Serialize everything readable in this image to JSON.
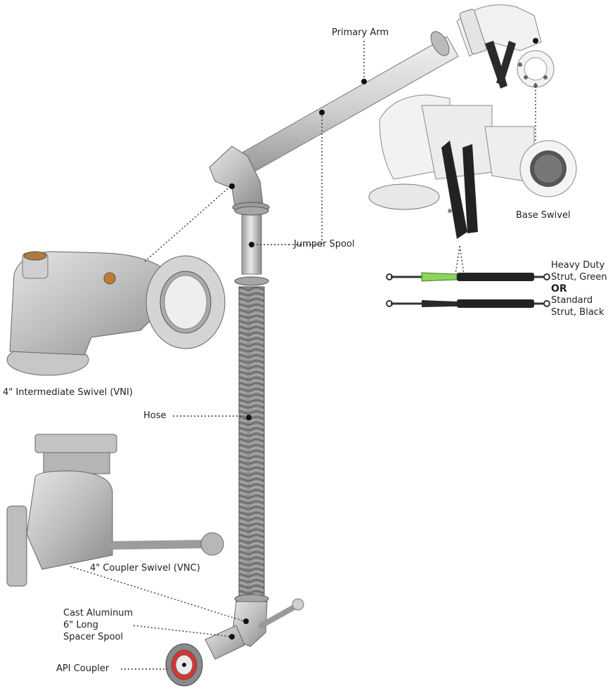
{
  "labels": {
    "primary_arm": "Primary Arm",
    "base_swivel": "Base Swivel",
    "jumper_spool": "Jumper Spool",
    "heavy_duty_strut": "Heavy Duty\nStrut, Green",
    "or": "OR",
    "standard_strut": "Standard\nStrut, Black",
    "intermediate_swivel": "4\" Intermediate Swivel (VNI)",
    "hose": "Hose",
    "coupler_swivel": "4\" Coupler Swivel (VNC)",
    "spacer_spool": "Cast Aluminum\n6\" Long\nSpacer Spool",
    "api_coupler": "API Coupler"
  },
  "colors": {
    "aluminum": "#c9c9c9",
    "aluminum_dark": "#8a8a8a",
    "white_part": "#eeeeee",
    "strut_green": "#8bd35a",
    "strut_black": "#222222",
    "leader": "#333333"
  },
  "icons": {
    "strut_green": "gas-strut-icon",
    "strut_black": "gas-strut-icon"
  }
}
